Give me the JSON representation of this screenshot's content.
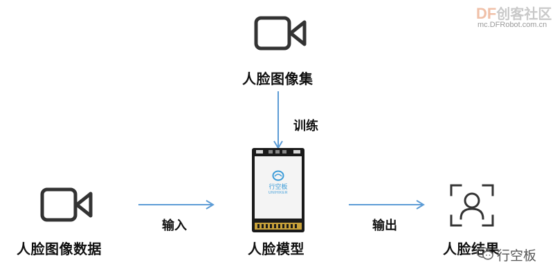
{
  "watermark": {
    "brand_prefix": "DF",
    "brand_rest": "创客社区",
    "url": "mc.DFRobot.com.cn",
    "wechat_name": "行空板"
  },
  "nodes": {
    "dataset": {
      "label": "人脸图像集",
      "icon": "video-camera-icon"
    },
    "input_data": {
      "label": "人脸图像数据",
      "icon": "video-camera-icon"
    },
    "model": {
      "label": "人脸模型",
      "icon": "unihiker-board-icon"
    },
    "result": {
      "label": "人脸结果",
      "icon": "face-scan-icon"
    }
  },
  "edges": {
    "train": {
      "label": "训练"
    },
    "input": {
      "label": "输入"
    },
    "output": {
      "label": "输出"
    }
  },
  "device": {
    "screen_brand_cn": "行空板",
    "screen_brand_en": "UNIHIKER"
  },
  "colors": {
    "arrow": "#5b9bd5",
    "icon": "#333333",
    "board_black": "#1a1a1a",
    "board_gold": "#c9a23a"
  }
}
